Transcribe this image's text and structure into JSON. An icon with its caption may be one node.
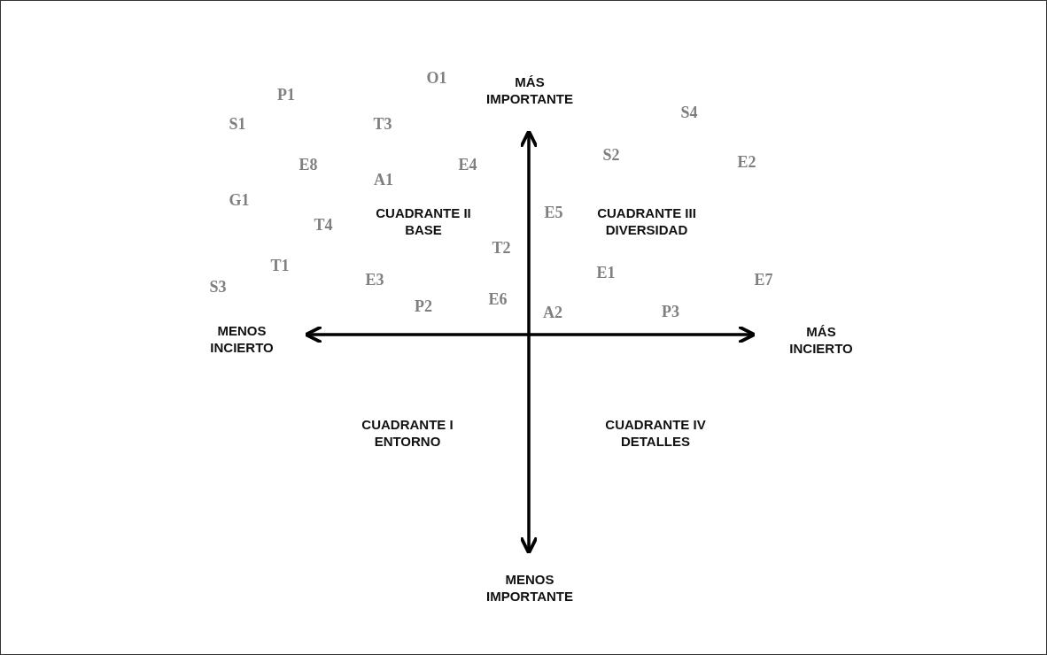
{
  "diagram": {
    "labels": [
      "O1",
      "MÁS IMPORTANTE",
      "P1",
      "S4",
      "S1",
      "T3",
      "S2",
      "E8",
      "E4",
      "E2",
      "A1",
      "G1",
      "CUADRANTE II BASE",
      "E5",
      "CUADRANTE III DIVERSIDAD",
      "T4",
      "T2",
      "T1",
      "E1",
      "E3",
      "E7",
      "S3",
      "E6",
      "P2",
      "A2",
      "P3",
      "MENOS INCIERTO",
      "MÁS INCIERTO",
      "CUADRANTE I ENTORNO",
      "CUADRANTE IV DETALLES",
      "MENOS IMPORTANTE"
    ]
  }
}
